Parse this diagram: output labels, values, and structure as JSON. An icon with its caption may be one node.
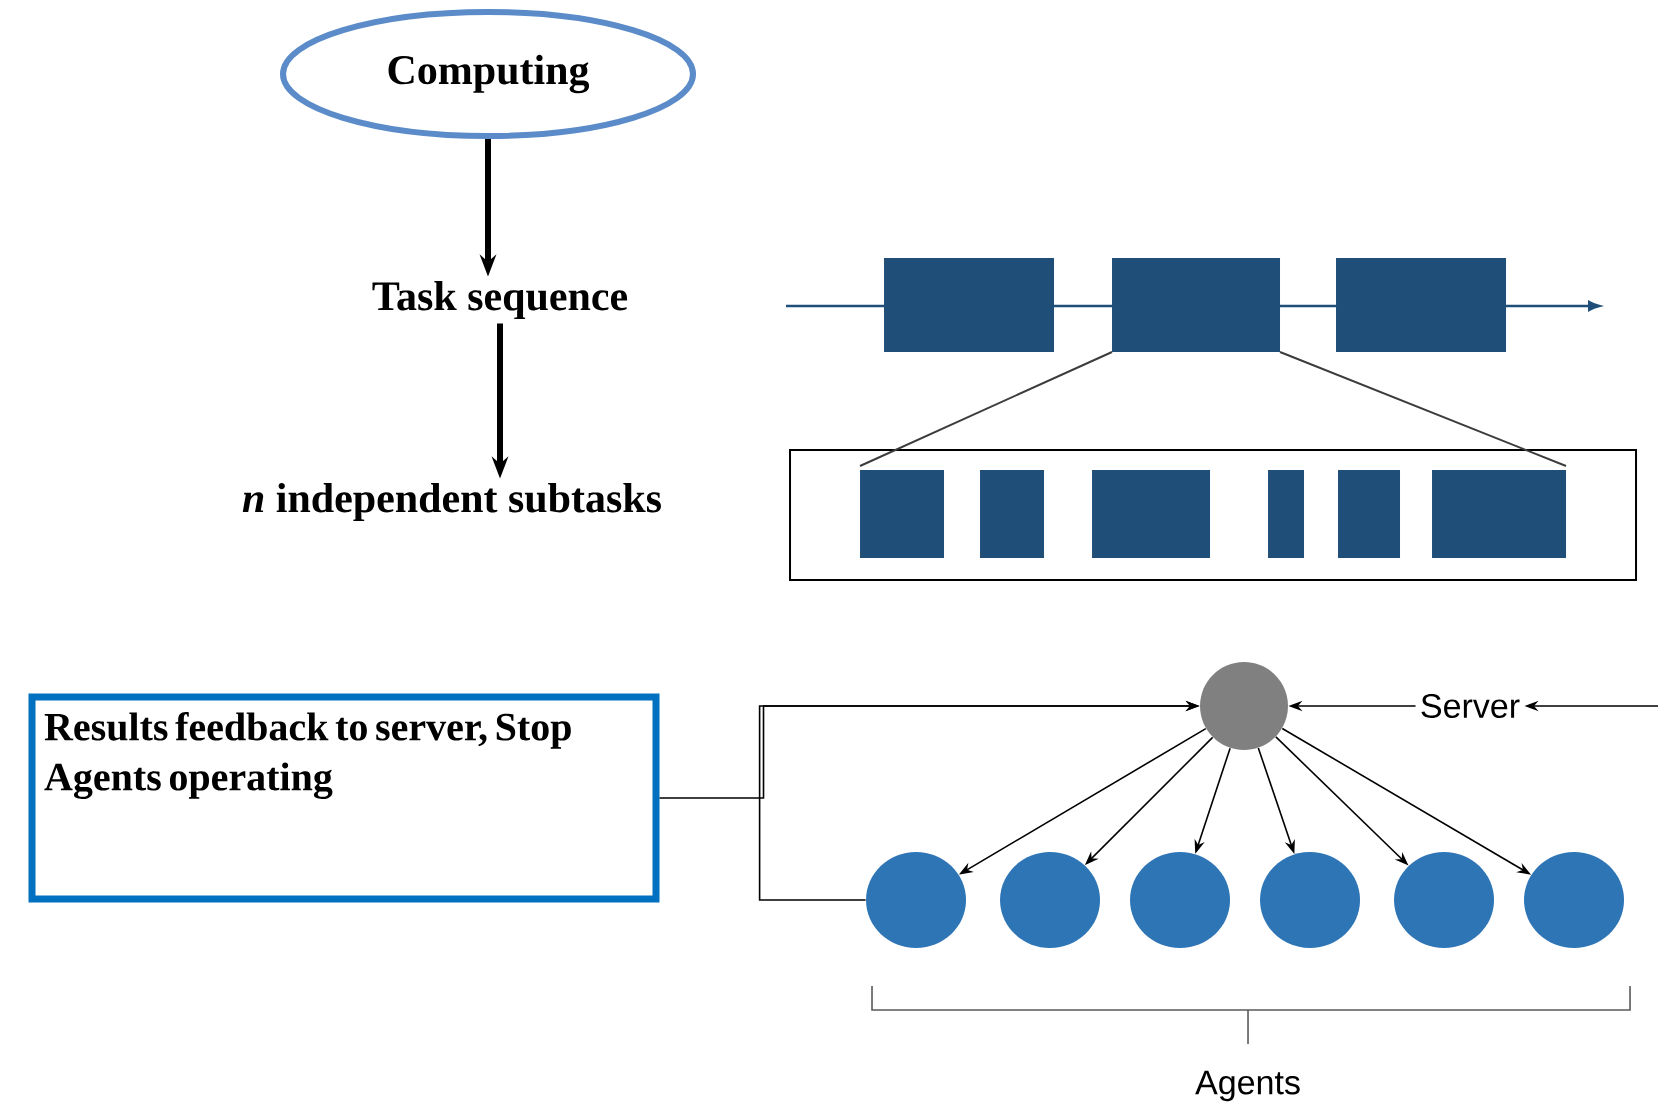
{
  "diagram": {
    "nodes": [
      {
        "text": [
          "Computing"
        ]
      },
      {
        "text": [
          "Task sequence"
        ]
      },
      {
        "text": [
          "*n* independent subtasks"
        ]
      },
      {
        "text": [
          "Results feedback to server, Stop Agents operating"
        ]
      },
      {
        "text": [
          "Server"
        ]
      },
      {
        "text": [],
        "shape": "circle"
      },
      {
        "text": [],
        "shape": "circle"
      },
      {
        "text": [],
        "shape": "circle"
      },
      {
        "text": [],
        "shape": "circle"
      },
      {
        "text": [],
        "shape": "circle"
      },
      {
        "text": [],
        "shape": "circle"
      },
      {
        "text": [],
        "shape": "circle"
      }
    ],
    "edges": [
      {
        "from": 0,
        "to": 1,
        "arrow": "to",
        "style": "thick"
      },
      {
        "from": 1,
        "to": 2,
        "arrow": "to",
        "style": "thick"
      },
      {
        "from": null,
        "to": 4,
        "arrow": "to"
      },
      {
        "from": 4,
        "to": 5,
        "arrow": "to"
      },
      {
        "from": 5,
        "to": 6,
        "arrow": "to"
      },
      {
        "from": 5,
        "to": 7,
        "arrow": "to"
      },
      {
        "from": 5,
        "to": 8,
        "arrow": "to"
      },
      {
        "from": 5,
        "to": 9,
        "arrow": "to"
      },
      {
        "from": 5,
        "to": 10,
        "arrow": "to"
      },
      {
        "from": 5,
        "to": 11,
        "arrow": "to"
      },
      {
        "from": 3,
        "to": 5,
        "arrow": "to"
      },
      {
        "from": 6,
        "to": 5,
        "arrow": "to"
      }
    ],
    "labels": [
      "Agents"
    ]
  }
}
